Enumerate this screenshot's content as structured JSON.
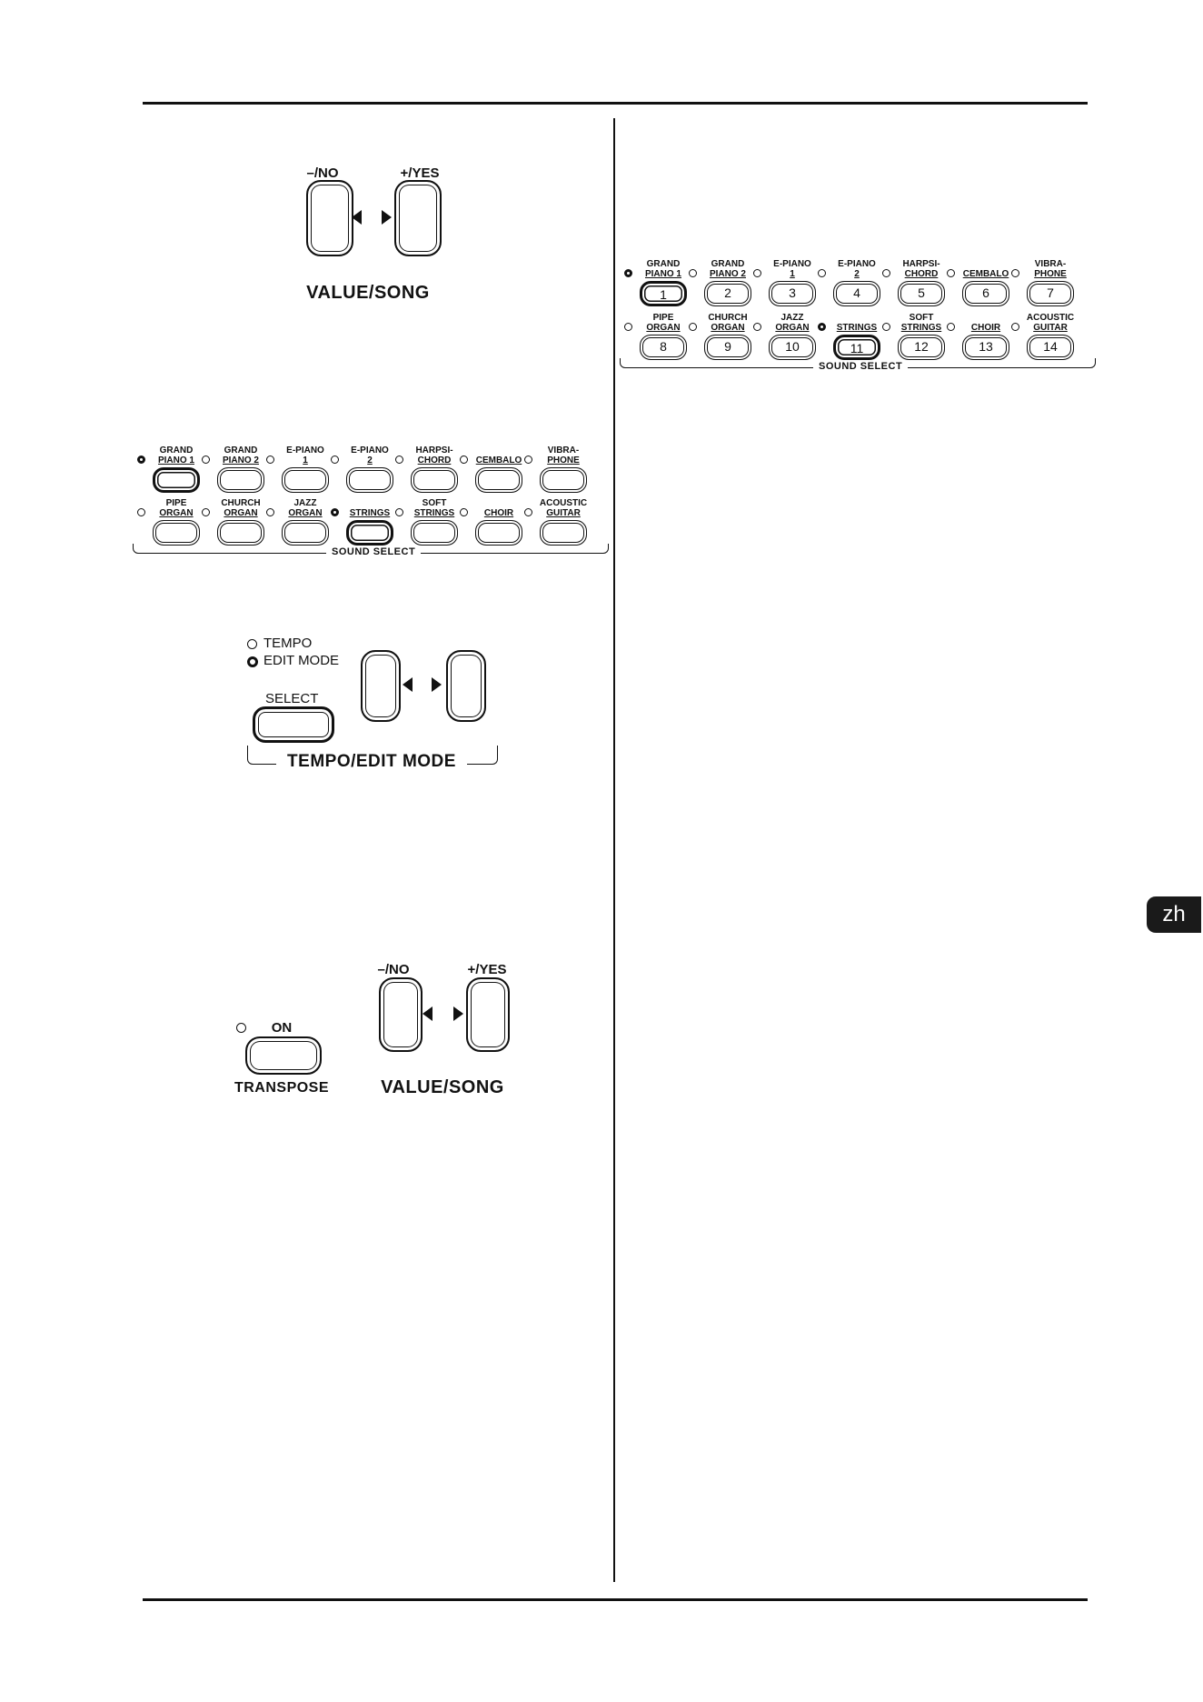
{
  "value_song_1": {
    "minus_label": "–/NO",
    "plus_label": "+/YES",
    "title": "VALUE/SONG"
  },
  "sound_select_1": {
    "title": "SOUND SELECT",
    "row1": [
      {
        "line1": "GRAND",
        "line2": "PIANO 1",
        "num": ""
      },
      {
        "line1": "GRAND",
        "line2": "PIANO 2",
        "num": ""
      },
      {
        "line1": "E-PIANO",
        "line2": "1",
        "num": ""
      },
      {
        "line1": "E-PIANO",
        "line2": "2",
        "num": ""
      },
      {
        "line1": "HARPSI-",
        "line2": "CHORD",
        "num": ""
      },
      {
        "line1": "",
        "line2": "CEMBALO",
        "num": ""
      },
      {
        "line1": "VIBRA-",
        "line2": "PHONE",
        "num": ""
      }
    ],
    "row2": [
      {
        "line1": "PIPE",
        "line2": "ORGAN",
        "num": ""
      },
      {
        "line1": "CHURCH",
        "line2": "ORGAN",
        "num": ""
      },
      {
        "line1": "JAZZ",
        "line2": "ORGAN",
        "num": ""
      },
      {
        "line1": "",
        "line2": "STRINGS",
        "num": ""
      },
      {
        "line1": "SOFT",
        "line2": "STRINGS",
        "num": ""
      },
      {
        "line1": "",
        "line2": "CHOIR",
        "num": ""
      },
      {
        "line1": "ACOUSTIC",
        "line2": "GUITAR",
        "num": ""
      }
    ]
  },
  "tempo_edit": {
    "tempo_label": "TEMPO",
    "edit_mode_label": "EDIT MODE",
    "select_label": "SELECT",
    "title": "TEMPO/EDIT MODE"
  },
  "transpose": {
    "on_label": "ON",
    "title": "TRANSPOSE"
  },
  "value_song_2": {
    "minus_label": "–/NO",
    "plus_label": "+/YES",
    "title": "VALUE/SONG"
  },
  "sound_select_2": {
    "title": "SOUND SELECT",
    "row1": [
      {
        "line1": "GRAND",
        "line2": "PIANO 1",
        "num": "1"
      },
      {
        "line1": "GRAND",
        "line2": "PIANO 2",
        "num": "2"
      },
      {
        "line1": "E-PIANO",
        "line2": "1",
        "num": "3"
      },
      {
        "line1": "E-PIANO",
        "line2": "2",
        "num": "4"
      },
      {
        "line1": "HARPSI-",
        "line2": "CHORD",
        "num": "5"
      },
      {
        "line1": "",
        "line2": "CEMBALO",
        "num": "6"
      },
      {
        "line1": "VIBRA-",
        "line2": "PHONE",
        "num": "7"
      }
    ],
    "row2": [
      {
        "line1": "PIPE",
        "line2": "ORGAN",
        "num": "8"
      },
      {
        "line1": "CHURCH",
        "line2": "ORGAN",
        "num": "9"
      },
      {
        "line1": "JAZZ",
        "line2": "ORGAN",
        "num": "10"
      },
      {
        "line1": "",
        "line2": "STRINGS",
        "num": "11"
      },
      {
        "line1": "SOFT",
        "line2": "STRINGS",
        "num": "12"
      },
      {
        "line1": "",
        "line2": "CHOIR",
        "num": "13"
      },
      {
        "line1": "ACOUSTIC",
        "line2": "GUITAR",
        "num": "14"
      }
    ]
  },
  "lang_tab": "zh"
}
